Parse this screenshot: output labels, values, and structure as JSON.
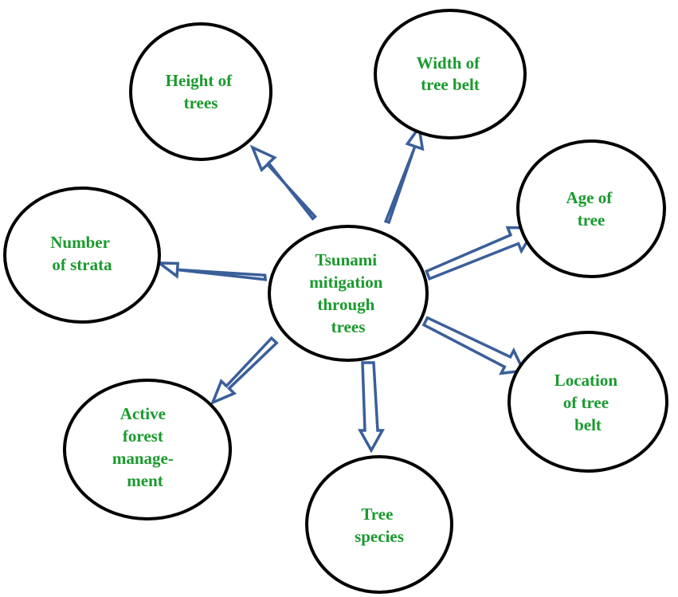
{
  "center": {
    "lines": [
      "Tsunami",
      "mitigation",
      "through",
      "trees"
    ]
  },
  "factors": [
    {
      "id": "height-of-trees",
      "lines": [
        "Height of",
        "trees"
      ]
    },
    {
      "id": "width-of-tree-belt",
      "lines": [
        "Width of",
        "tree belt"
      ]
    },
    {
      "id": "age-of-tree",
      "lines": [
        "Age of",
        "tree"
      ]
    },
    {
      "id": "location-of-tree-belt",
      "lines": [
        "Location",
        "of tree",
        "belt"
      ]
    },
    {
      "id": "tree-species",
      "lines": [
        "Tree",
        "species"
      ]
    },
    {
      "id": "active-forest-management",
      "lines": [
        "Active",
        "forest",
        "manage-",
        "ment"
      ]
    },
    {
      "id": "number-of-strata",
      "lines": [
        "Number",
        "of strata"
      ]
    }
  ]
}
